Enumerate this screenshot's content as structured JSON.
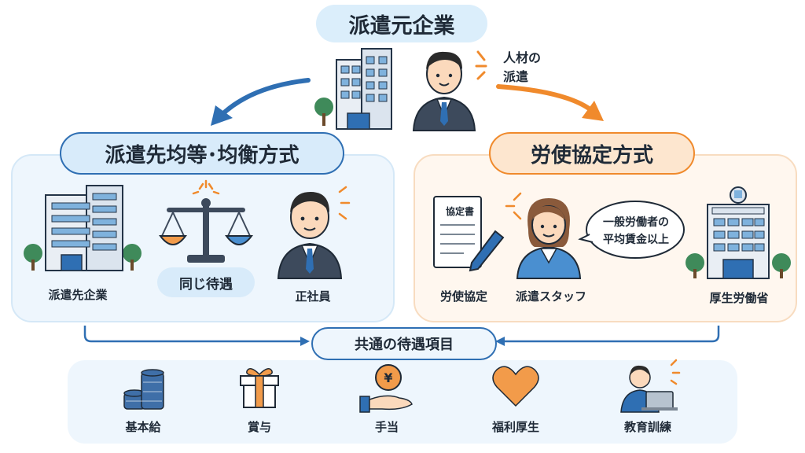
{
  "top": {
    "title": "派遣元企業",
    "dispatch_note_line1": "人材の",
    "dispatch_note_line2": "派遣"
  },
  "left": {
    "title": "派遣先均等･均衡方式",
    "items": [
      {
        "label": "派遣先企業",
        "icon": "office-building-icon"
      },
      {
        "label": "同じ待遇",
        "icon": "balance-scale-icon"
      },
      {
        "label": "正社員",
        "icon": "businessman-icon"
      }
    ]
  },
  "right": {
    "title": "労使協定方式",
    "doc_title": "協定書",
    "bubble_line1": "一般労働者の",
    "bubble_line2": "平均賃金以上",
    "items": [
      {
        "label": "労使協定",
        "icon": "agreement-document-icon"
      },
      {
        "label": "派遣スタッフ",
        "icon": "dispatched-staff-icon"
      },
      {
        "label": "厚生労働省",
        "icon": "ministry-building-icon"
      }
    ]
  },
  "common": {
    "title": "共通の待遇項目",
    "items": [
      {
        "label": "基本給",
        "icon": "coin-stack-icon"
      },
      {
        "label": "賞与",
        "icon": "gift-box-icon"
      },
      {
        "label": "手当",
        "icon": "yen-coin-hand-icon"
      },
      {
        "label": "福利厚生",
        "icon": "heart-icon"
      },
      {
        "label": "教育訓練",
        "icon": "training-laptop-icon"
      }
    ]
  },
  "colors": {
    "blue": "#2f6fb3",
    "blue_light": "#dbeefb",
    "orange": "#f08a2c",
    "orange_light": "#fde6cf"
  }
}
